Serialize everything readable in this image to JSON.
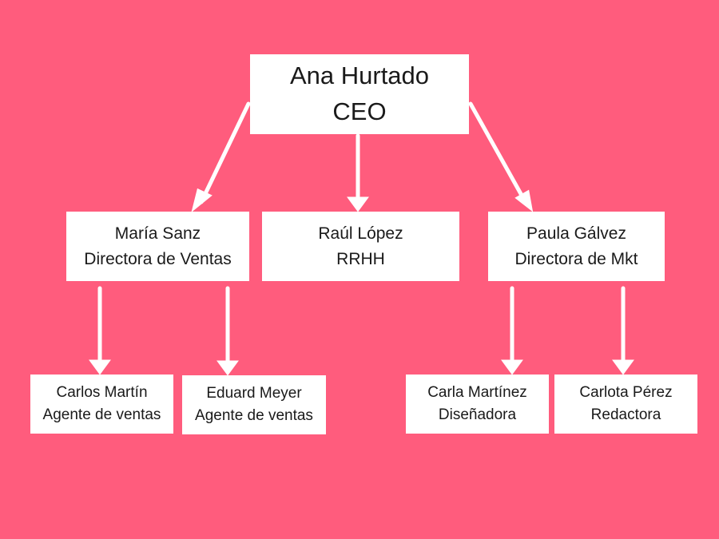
{
  "background_color": "#ff5c7d",
  "box_color": "#ffffff",
  "arrow_color": "#ffffff",
  "root": {
    "name": "Ana Hurtado",
    "role": "CEO"
  },
  "level1": [
    {
      "name": "María Sanz",
      "role": "Directora de Ventas"
    },
    {
      "name": "Raúl López",
      "role": "RRHH"
    },
    {
      "name": "Paula Gálvez",
      "role": "Directora de Mkt"
    }
  ],
  "level2": [
    {
      "name": "Carlos Martín",
      "role": "Agente de ventas"
    },
    {
      "name": "Eduard Meyer",
      "role": "Agente de ventas"
    },
    {
      "name": "Carla Martínez",
      "role": "Diseñadora"
    },
    {
      "name": "Carlota Pérez",
      "role": "Redactora"
    }
  ]
}
